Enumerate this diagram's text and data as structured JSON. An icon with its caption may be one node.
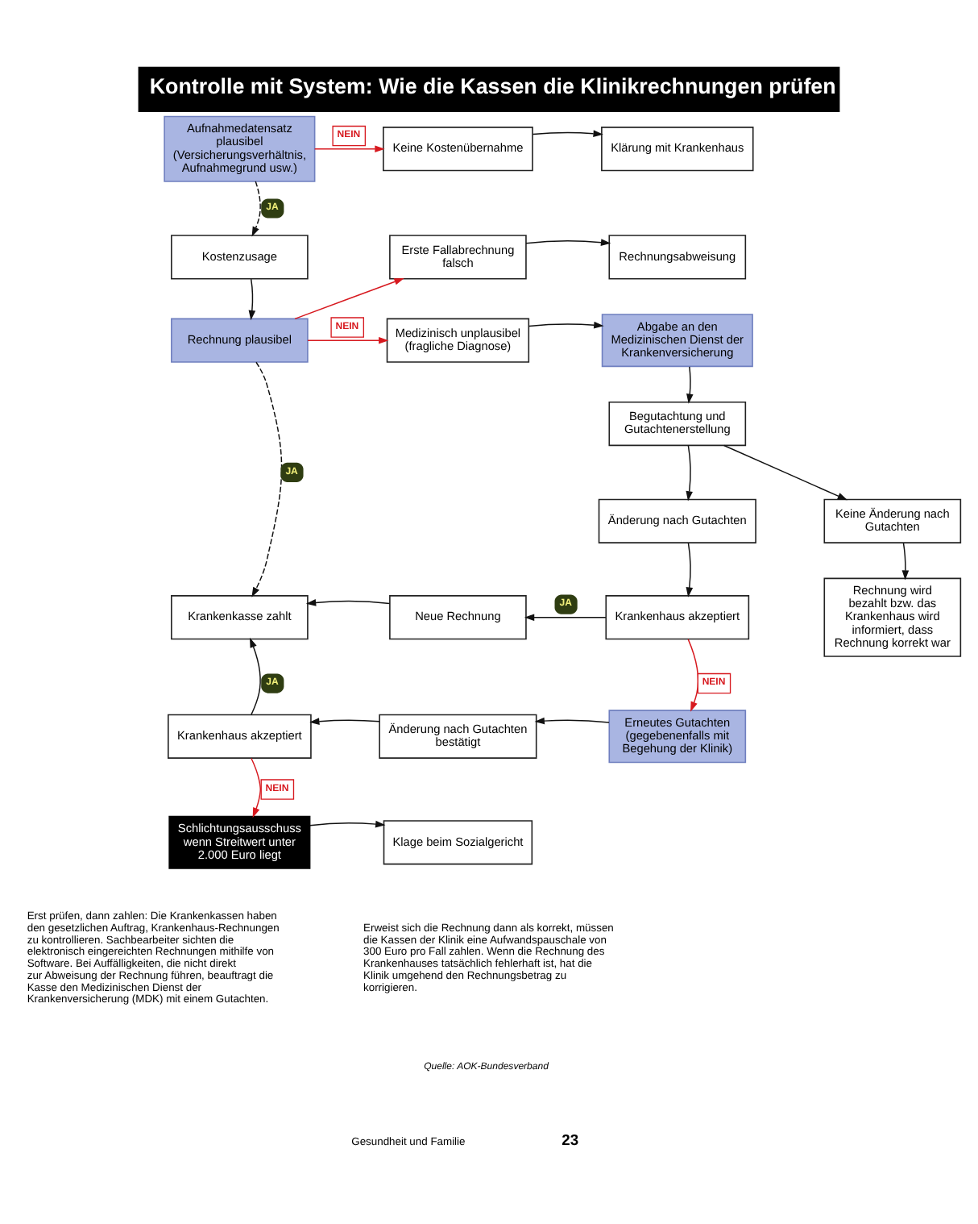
{
  "diagram": {
    "title": "Kontrolle mit System: Wie die Kassen die Klinikrechnungen prüfen",
    "nodes": [
      {
        "text": [
          "Aufnahmedatensatz plausibel (Versicherungsverhältnis, Aufnahmegrund usw.)"
        ]
      },
      {
        "text": [
          "Keine Kostenübernahme"
        ]
      },
      {
        "text": [
          "Klärung mit Krankenhaus"
        ]
      },
      {
        "text": [
          "Kostenzusage"
        ]
      },
      {
        "text": [
          "Erste Fallabrechnung falsch"
        ]
      },
      {
        "text": [
          "Rechnungsabweisung"
        ]
      },
      {
        "text": [
          "Rechnung plausibel"
        ]
      },
      {
        "text": [
          "Medizinisch unplausibel (fragliche Diagnose)"
        ]
      },
      {
        "text": [
          "Abgabe an den Medizinischen Dienst der Krankenversicherung"
        ]
      },
      {
        "text": [
          "Begutachtung und Gutachtenerstellung"
        ]
      },
      {
        "text": [
          "Änderung nach Gutachten"
        ]
      },
      {
        "text": [
          "Keine Änderung nach Gutachten"
        ]
      },
      {
        "text": [
          "Krankenkasse zahlt"
        ]
      },
      {
        "text": [
          "Neue Rechnung"
        ]
      },
      {
        "text": [
          "Krankenhaus akzeptiert"
        ]
      },
      {
        "text": [
          "Rechnung wird bezahlt bzw. das Krankenhaus wird informiert, dass Rechnung korrekt war"
        ]
      },
      {
        "text": [
          "Krankenhaus akzeptiert"
        ]
      },
      {
        "text": [
          "Änderung nach Gutachten bestätigt"
        ]
      },
      {
        "text": [
          "Erneutes Gutachten (gegebenenfalls mit Begehung der Klinik)"
        ]
      },
      {
        "text": [
          "Schlichtungsausschuss wenn Streitwert unter 2.000 Euro liegt"
        ]
      },
      {
        "text": [
          "Klage beim Sozialgericht"
        ]
      }
    ],
    "edges": [
      {
        "from": 0,
        "to": 1,
        "arrow": "to",
        "label": "NEIN",
        "color": "#d7191f"
      },
      {
        "from": 1,
        "to": 2,
        "arrow": "to"
      },
      {
        "from": 0,
        "to": 3,
        "arrow": "to",
        "label": "JA",
        "style": "dashed"
      },
      {
        "from": 3,
        "to": 6,
        "arrow": "to"
      },
      {
        "from": 6,
        "to": 4,
        "arrow": "to",
        "color": "#d7191f"
      },
      {
        "from": 6,
        "to": 7,
        "arrow": "to",
        "label": "NEIN",
        "color": "#d7191f"
      },
      {
        "from": 4,
        "to": 5,
        "arrow": "to"
      },
      {
        "from": 7,
        "to": 8,
        "arrow": "to"
      },
      {
        "from": 8,
        "to": 9,
        "arrow": "to"
      },
      {
        "from": 9,
        "to": 10,
        "arrow": "to"
      },
      {
        "from": 9,
        "to": 11,
        "arrow": "to"
      },
      {
        "from": 10,
        "to": 14,
        "arrow": "to"
      },
      {
        "from": 11,
        "to": 15,
        "arrow": "to"
      },
      {
        "from": 6,
        "to": 12,
        "arrow": "to",
        "label": "JA",
        "style": "dashed"
      },
      {
        "from": 14,
        "to": 13,
        "arrow": "to",
        "label": "JA"
      },
      {
        "from": 13,
        "to": 12,
        "arrow": "to"
      },
      {
        "from": 14,
        "to": 18,
        "arrow": "to",
        "label": "NEIN",
        "color": "#d7191f"
      },
      {
        "from": 18,
        "to": 17,
        "arrow": "to"
      },
      {
        "from": 17,
        "to": 16,
        "arrow": "to"
      },
      {
        "from": 16,
        "to": 12,
        "arrow": "to",
        "label": "JA"
      },
      {
        "from": 16,
        "to": 19,
        "arrow": "to",
        "label": "NEIN",
        "color": "#d7191f"
      },
      {
        "from": 19,
        "to": 20,
        "arrow": "to"
      }
    ],
    "labels": [
      "Erst prüfen, dann zahlen: Die Krankenkassen haben den gesetzlichen Auftrag, Krankenhaus-Rechnungen zu kontrollieren. Sachbearbeiter sichten die elektronisch eingereichten Rechnungen mithilfe von Software. Bei Auffälligkeiten, die nicht direkt zur Abweisung der Rechnung führen, beauftragt die Kasse den Medizinischen Dienst der Krankenversicherung (MDK) mit einem Gutachten.",
      "Erweist sich die Rechnung dann als korrekt, müssen die Kassen der Klinik eine Aufwandspauschale von 300 Euro pro Fall zahlen. Wenn die Rechnung des Krankenhauses tatsächlich fehlerhaft ist, hat die Klinik umgehend den Rechnungsbetrag zu korrigieren.",
      "Quelle: AOK-Bundesverband",
      "Gesundheit und Familie",
      "23"
    ]
  }
}
